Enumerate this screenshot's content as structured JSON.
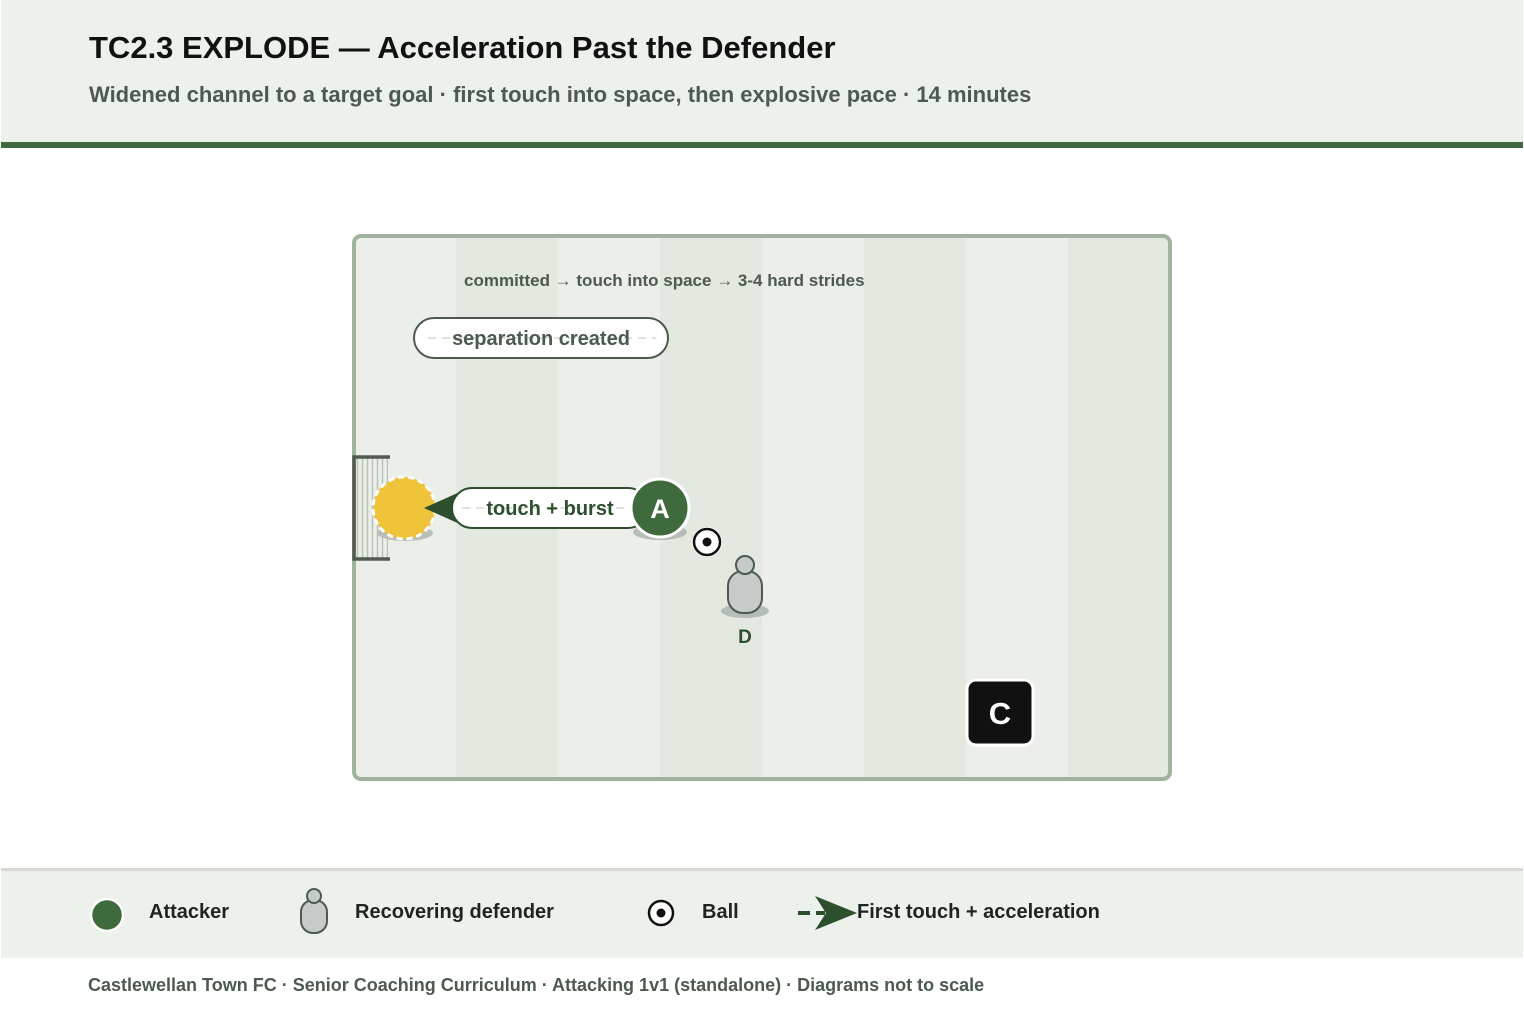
{
  "header": {
    "title": "TC2.3 EXPLODE — Acceleration Past the Defender",
    "subtitle": "Widened channel to a target goal · first touch into space, then explosive pace · 14 minutes"
  },
  "diagram": {
    "note": "committed → touch into space → 3-4 hard strides",
    "separation_label": "separation created",
    "burst_label": "touch + burst",
    "attacker_label": "A",
    "defender_label": "D",
    "coach_label": "C"
  },
  "legend": {
    "attacker": "Attacker",
    "defender": "Recovering defender",
    "ball": "Ball",
    "arrow": "First touch + acceleration"
  },
  "footer": {
    "text": "Castlewellan Town FC · Senior Coaching Curriculum · Attacking 1v1 (standalone) · Diagrams not to scale"
  },
  "colors": {
    "accent_green": "#3e6a3e",
    "attacker": "#3e6a3e",
    "target": "#f0c43a",
    "defender": "#c6cbc9",
    "coach": "#111111",
    "pitch_border": "#9fb39f"
  }
}
